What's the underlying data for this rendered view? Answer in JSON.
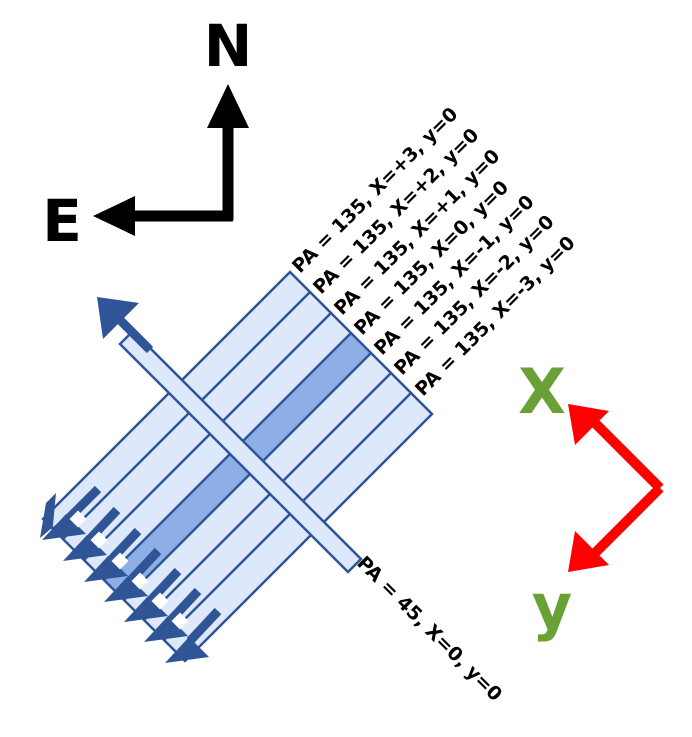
{
  "compass": {
    "north_label": "N",
    "east_label": "E",
    "arrow_color": "#000000"
  },
  "slits": {
    "pa135": [
      {
        "label": "PA = 135, X=+3, y=0"
      },
      {
        "label": "PA = 135, X=+2, y=0"
      },
      {
        "label": "PA = 135, X=+1, y=0"
      },
      {
        "label": "PA = 135, X=0, y=0",
        "highlighted": true
      },
      {
        "label": "PA = 135, X=-1, y=0"
      },
      {
        "label": "PA = 135, X=-2, y=0"
      },
      {
        "label": "PA = 135, X=-3, y=0"
      }
    ],
    "pa45": {
      "label": "PA = 45, X=0, y=0"
    },
    "fill_color": "#dde9fb",
    "highlight_color": "#8eaee8",
    "edge_color": "#2f5597",
    "arrow_color": "#2f5597"
  },
  "axes": {
    "x_label": "X",
    "y_label": "y",
    "label_color": "#6aa136",
    "arrow_color": "#ff0000"
  }
}
